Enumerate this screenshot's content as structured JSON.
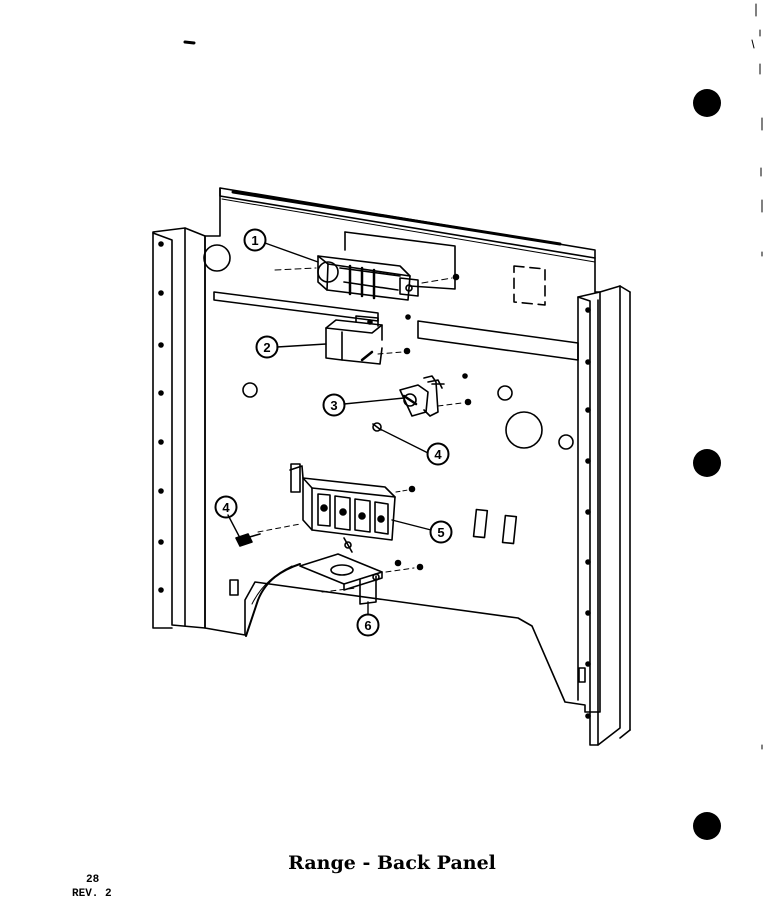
{
  "title": "Range - Back Panel",
  "page_number": "28",
  "revision": "REV. 2",
  "callouts": [
    {
      "id": "1",
      "label": "1"
    },
    {
      "id": "2",
      "label": "2"
    },
    {
      "id": "3",
      "label": "3"
    },
    {
      "id": "4a",
      "label": "4"
    },
    {
      "id": "4b",
      "label": "4"
    },
    {
      "id": "5",
      "label": "5"
    },
    {
      "id": "6",
      "label": "6"
    }
  ],
  "colors": {
    "ink": "#000000",
    "paper": "#ffffff"
  }
}
